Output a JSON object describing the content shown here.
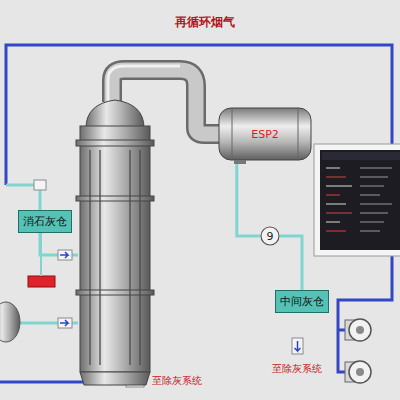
{
  "diagram": {
    "nodes": [
      {
        "text": [
          "消石灰仓"
        ]
      },
      {
        "text": [
          "ESP2"
        ]
      },
      {
        "text": [
          "9"
        ]
      },
      {
        "text": [
          "中间灰仓"
        ]
      }
    ],
    "edges": [
      {
        "from": 1,
        "to": 2,
        "arrow": "none"
      },
      {
        "from": 2,
        "to": 3,
        "arrow": "none"
      }
    ],
    "labels": [
      "再循环烟气",
      "至除灰系统",
      "至除灰系统"
    ]
  }
}
